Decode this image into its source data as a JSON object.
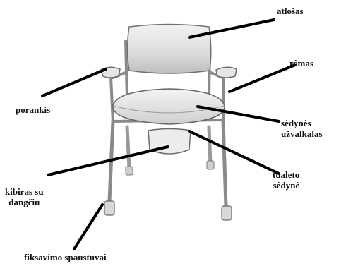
{
  "colors": {
    "background": "#ffffff",
    "label_text": "#111111",
    "leader_line": "#000000",
    "frame_metal": "#8a8a8a",
    "upholstery": "#dcdcdc"
  },
  "figure": {
    "subject": "commode-chair",
    "labels": {
      "backrest": [
        "atlošas"
      ],
      "frame": [
        "rėmas"
      ],
      "armrest": [
        "porankis"
      ],
      "seat_cover": [
        "sėdynės",
        "užvalkalas"
      ],
      "toilet_seat": [
        "tualeto",
        "sėdynė"
      ],
      "bucket": [
        "kibiras su",
        "dangčiu"
      ],
      "clamps": [
        "fiksavimo spaustuvai"
      ]
    }
  }
}
